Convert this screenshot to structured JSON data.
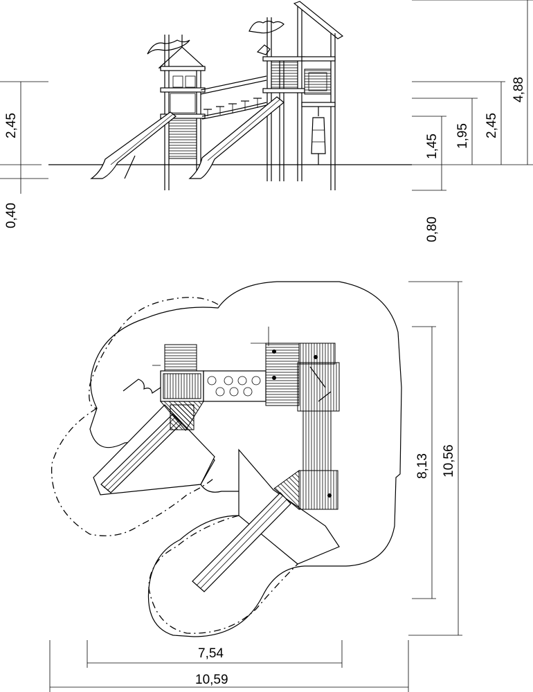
{
  "elevation": {
    "left_dims": {
      "height_left": "2,45",
      "depth_left": "0,40"
    },
    "right_dims": {
      "depth_right": "0,80",
      "height_a": "1,45",
      "height_b": "1,95",
      "height_c": "2,45",
      "height_total": "4,88"
    }
  },
  "plan": {
    "height_inner": "8,13",
    "height_outer": "10,56",
    "width_inner": "7,54",
    "width_outer": "10,59"
  }
}
